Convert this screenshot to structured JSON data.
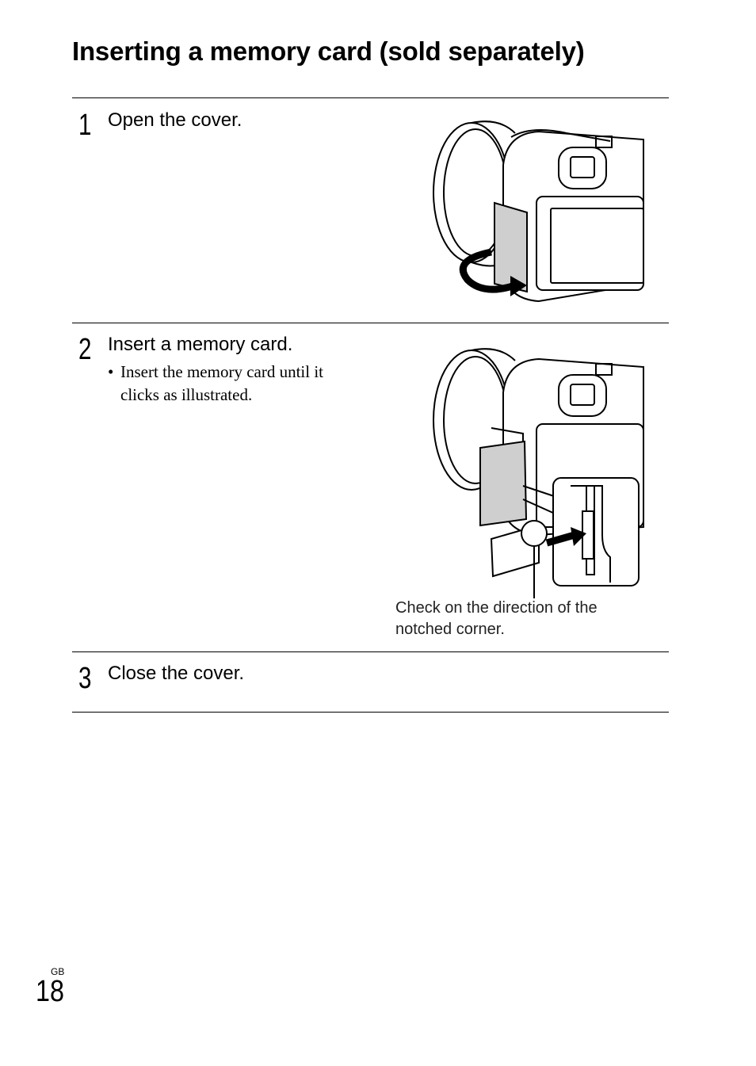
{
  "page": {
    "title": "Inserting a memory card (sold separately)",
    "region": "GB",
    "page_number": "18"
  },
  "steps": [
    {
      "number": "1",
      "text": "Open the cover."
    },
    {
      "number": "2",
      "text": "Insert a memory card.",
      "bullet": "Insert the memory card until it clicks as illustrated."
    },
    {
      "number": "3",
      "text": "Close the cover."
    }
  ],
  "illustration": {
    "bullet_symbol": "•",
    "caption": "Check on the direction of the notched corner."
  }
}
